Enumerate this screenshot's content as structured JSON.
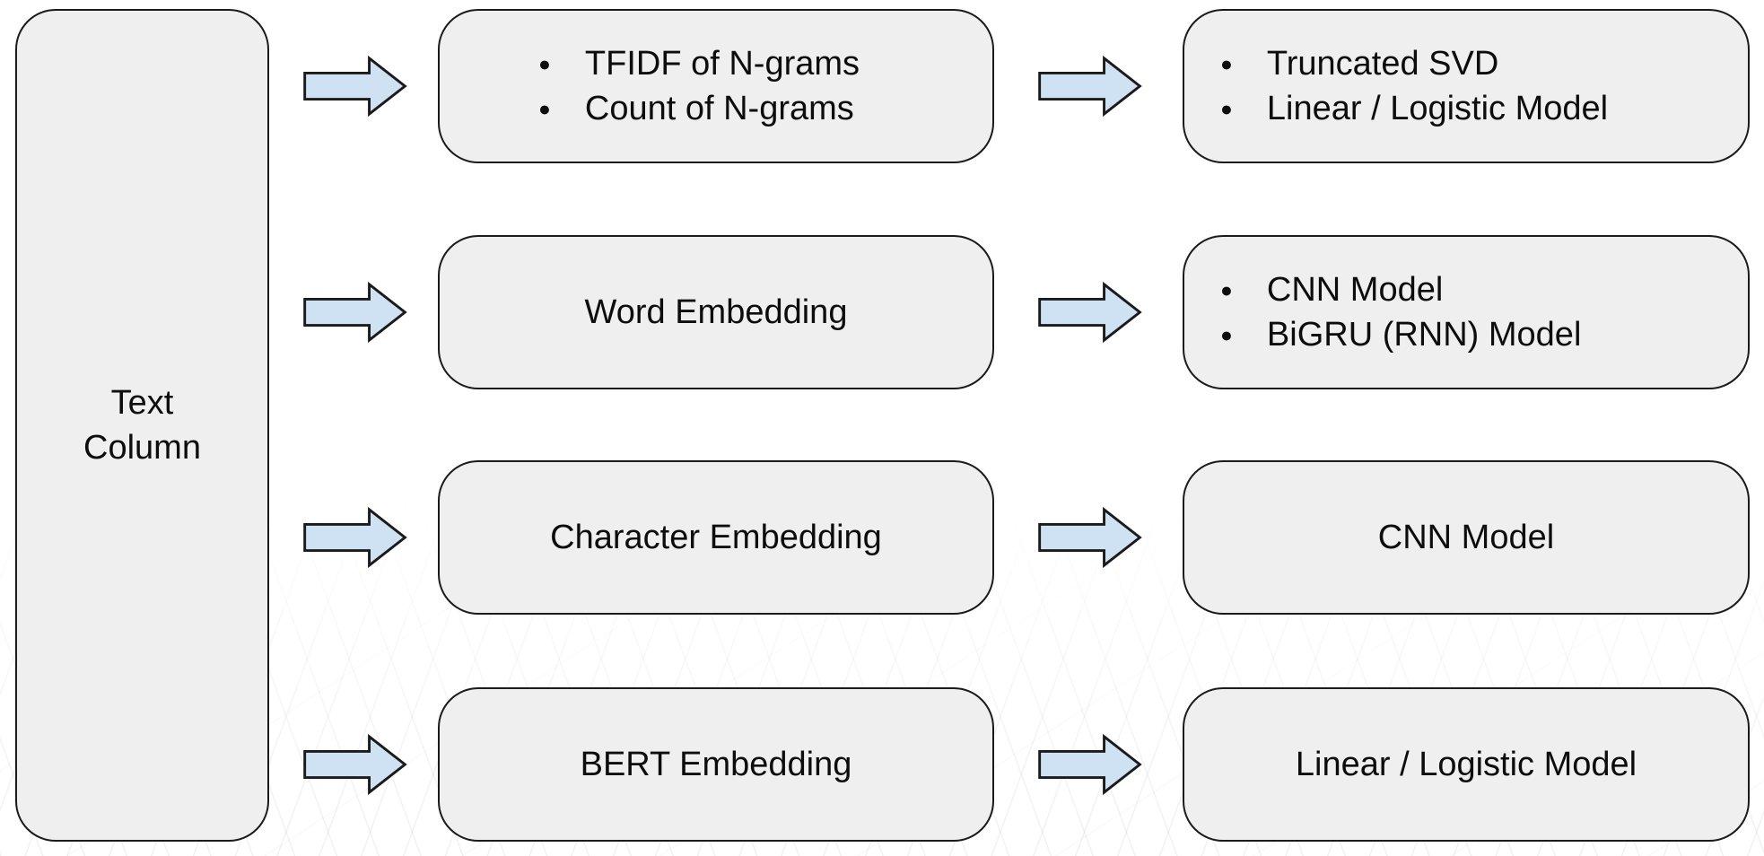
{
  "colors": {
    "page_bg": "#ffffff",
    "box_fill": "#efefef",
    "box_border": "#1b1b1b",
    "arrow_fill": "#cfe2f3",
    "arrow_stroke": "#1b1b1b",
    "text": "#0d0d0d"
  },
  "diagram": {
    "source_label": "Text Column",
    "rows": [
      {
        "features": [
          "TFIDF of N-grams",
          "Count of N-grams"
        ],
        "models": [
          "Truncated SVD",
          "Linear / Logistic Model"
        ]
      },
      {
        "features": [
          "Word Embedding"
        ],
        "models": [
          "CNN Model",
          "BiGRU (RNN) Model"
        ]
      },
      {
        "features": [
          "Character Embedding"
        ],
        "models": [
          "CNN Model"
        ]
      },
      {
        "features": [
          "BERT Embedding"
        ],
        "models": [
          "Linear / Logistic Model"
        ]
      }
    ]
  }
}
